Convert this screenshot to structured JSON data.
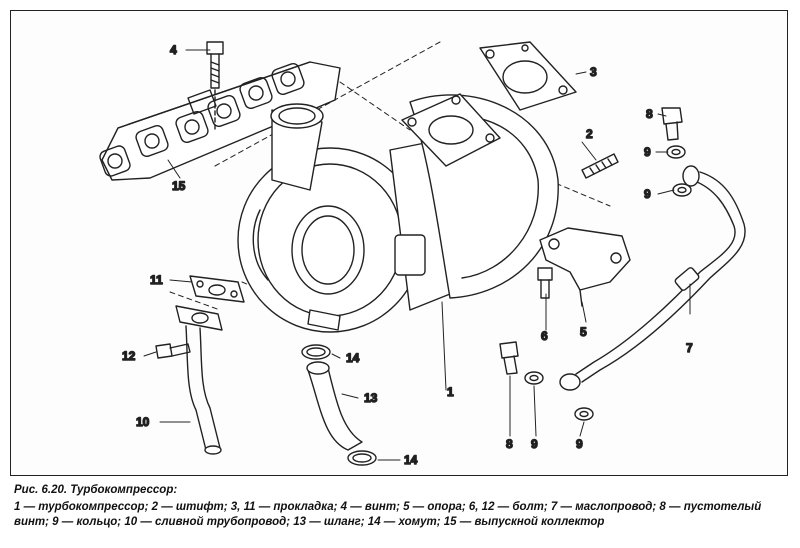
{
  "figure": {
    "title": "Рис. 6.20. Турбокомпрессор:",
    "legend": "1 — турбокомпрессор; 2 — штифт; 3, 11 — прокладка; 4 — винт; 5 — опора; 6, 12 — болт; 7 — маслопровод; 8 — пустотелый винт; 9 — кольцо; 10 — сливной трубопровод; 13 — шланг; 14 — хомут; 15 — выпускной коллектор"
  },
  "callouts": [
    {
      "id": "c1",
      "text": "1"
    },
    {
      "id": "c2",
      "text": "2"
    },
    {
      "id": "c3",
      "text": "3"
    },
    {
      "id": "c4",
      "text": "4"
    },
    {
      "id": "c5",
      "text": "5"
    },
    {
      "id": "c6",
      "text": "6"
    },
    {
      "id": "c7",
      "text": "7"
    },
    {
      "id": "c8a",
      "text": "8"
    },
    {
      "id": "c8b",
      "text": "8"
    },
    {
      "id": "c9a",
      "text": "9"
    },
    {
      "id": "c9b",
      "text": "9"
    },
    {
      "id": "c9c",
      "text": "9"
    },
    {
      "id": "c9d",
      "text": "9"
    },
    {
      "id": "c10",
      "text": "10"
    },
    {
      "id": "c11",
      "text": "11"
    },
    {
      "id": "c12",
      "text": "12"
    },
    {
      "id": "c13",
      "text": "13"
    },
    {
      "id": "c14a",
      "text": "14"
    },
    {
      "id": "c14b",
      "text": "14"
    },
    {
      "id": "c15",
      "text": "15"
    }
  ]
}
